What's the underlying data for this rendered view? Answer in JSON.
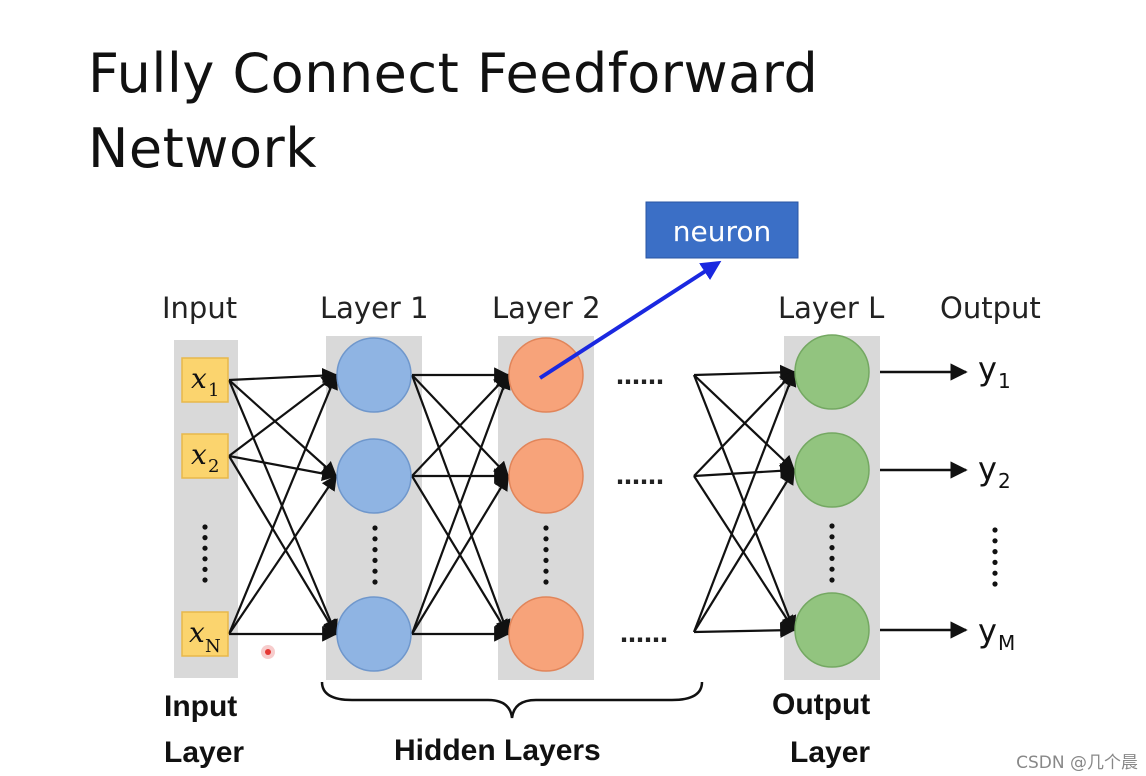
{
  "title": {
    "line1": "Fully Connect Feedforward",
    "line2": "Network"
  },
  "headers": {
    "input": "Input",
    "layer1": "Layer 1",
    "layer2": "Layer 2",
    "layerL": "Layer L",
    "output": "Output"
  },
  "inputs": [
    {
      "var": "x",
      "sub": "1"
    },
    {
      "var": "x",
      "sub": "2"
    },
    {
      "var": "x",
      "sub": "N"
    }
  ],
  "outputs": [
    {
      "var": "y",
      "sub": "1"
    },
    {
      "var": "y",
      "sub": "2"
    },
    {
      "var": "y",
      "sub": "M"
    }
  ],
  "ellipsis_h": "……",
  "callout": {
    "label": "neuron"
  },
  "bottom_labels": {
    "input_line1": "Input",
    "input_line2": "Layer",
    "hidden": "Hidden Layers",
    "output_line1": "Output",
    "output_line2": "Layer"
  },
  "credit": "CSDN @几个晨",
  "colors": {
    "hidden1": "#8fb4e3",
    "hidden2": "#f7a37a",
    "outputLayer": "#92c47f",
    "inputBox": "#fbd46e",
    "callout": "#3b6fc6",
    "calloutArrow": "#1a28e0",
    "panel": "#d9d9d9"
  }
}
